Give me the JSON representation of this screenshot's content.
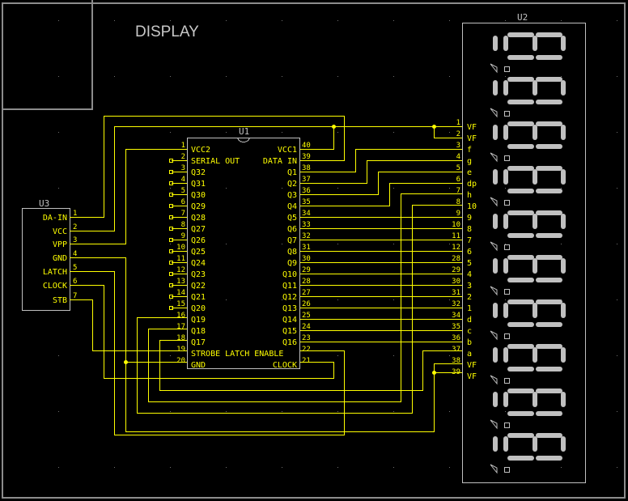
{
  "sheet": {
    "title": "DISPLAY",
    "colors": {
      "background": "#000000",
      "wire": "#ffff00",
      "part": "#c0c0c0",
      "frame": "#8c8c8c"
    }
  },
  "u3": {
    "ref": "U3",
    "pins": [
      {
        "num": "1",
        "name": "DA-IN"
      },
      {
        "num": "2",
        "name": "VCC"
      },
      {
        "num": "3",
        "name": "VPP"
      },
      {
        "num": "4",
        "name": "GND"
      },
      {
        "num": "5",
        "name": "LATCH"
      },
      {
        "num": "6",
        "name": "CLOCK"
      },
      {
        "num": "7",
        "name": "STB"
      }
    ]
  },
  "u1": {
    "ref": "U1",
    "left_pins": [
      {
        "num": "1",
        "name": "VCC2"
      },
      {
        "num": "2",
        "name": "SERIAL OUT"
      },
      {
        "num": "3",
        "name": "Q32"
      },
      {
        "num": "4",
        "name": "Q31"
      },
      {
        "num": "5",
        "name": "Q30"
      },
      {
        "num": "6",
        "name": "Q29"
      },
      {
        "num": "7",
        "name": "Q28"
      },
      {
        "num": "8",
        "name": "Q27"
      },
      {
        "num": "9",
        "name": "Q26"
      },
      {
        "num": "10",
        "name": "Q25"
      },
      {
        "num": "11",
        "name": "Q24"
      },
      {
        "num": "12",
        "name": "Q23"
      },
      {
        "num": "13",
        "name": "Q22"
      },
      {
        "num": "14",
        "name": "Q21"
      },
      {
        "num": "15",
        "name": "Q20"
      },
      {
        "num": "16",
        "name": "Q19"
      },
      {
        "num": "17",
        "name": "Q18"
      },
      {
        "num": "18",
        "name": "Q17"
      },
      {
        "num": "19",
        "name": "STROBE LATCH ENABLE"
      },
      {
        "num": "20",
        "name": "GND"
      }
    ],
    "right_pins": [
      {
        "num": "40",
        "name": "VCC1"
      },
      {
        "num": "39",
        "name": "DATA IN"
      },
      {
        "num": "38",
        "name": "Q1"
      },
      {
        "num": "37",
        "name": "Q2"
      },
      {
        "num": "36",
        "name": "Q3"
      },
      {
        "num": "35",
        "name": "Q4"
      },
      {
        "num": "34",
        "name": "Q5"
      },
      {
        "num": "33",
        "name": "Q6"
      },
      {
        "num": "32",
        "name": "Q7"
      },
      {
        "num": "31",
        "name": "Q8"
      },
      {
        "num": "30",
        "name": "Q9"
      },
      {
        "num": "29",
        "name": "Q10"
      },
      {
        "num": "28",
        "name": "Q11"
      },
      {
        "num": "27",
        "name": "Q12"
      },
      {
        "num": "26",
        "name": "Q13"
      },
      {
        "num": "25",
        "name": "Q14"
      },
      {
        "num": "24",
        "name": "Q15"
      },
      {
        "num": "23",
        "name": "Q16"
      },
      {
        "num": "22",
        "name": ""
      },
      {
        "num": "21",
        "name": "CLOCK"
      }
    ]
  },
  "u2": {
    "ref": "U2",
    "digit_count": 10,
    "pins": [
      {
        "num": "1",
        "name": "VF"
      },
      {
        "num": "2",
        "name": "VF"
      },
      {
        "num": "3",
        "name": "f"
      },
      {
        "num": "4",
        "name": "g"
      },
      {
        "num": "5",
        "name": "e"
      },
      {
        "num": "6",
        "name": "dp"
      },
      {
        "num": "7",
        "name": "h"
      },
      {
        "num": "8",
        "name": "10"
      },
      {
        "num": "9",
        "name": "9"
      },
      {
        "num": "10",
        "name": "8"
      },
      {
        "num": "11",
        "name": "7"
      },
      {
        "num": "12",
        "name": "6"
      },
      {
        "num": "28",
        "name": "5"
      },
      {
        "num": "29",
        "name": "4"
      },
      {
        "num": "30",
        "name": "3"
      },
      {
        "num": "31",
        "name": "2"
      },
      {
        "num": "32",
        "name": "1"
      },
      {
        "num": "34",
        "name": "d"
      },
      {
        "num": "35",
        "name": "c"
      },
      {
        "num": "36",
        "name": "b"
      },
      {
        "num": "37",
        "name": "a"
      },
      {
        "num": "38",
        "name": "VF"
      },
      {
        "num": "39",
        "name": "VF"
      }
    ]
  }
}
